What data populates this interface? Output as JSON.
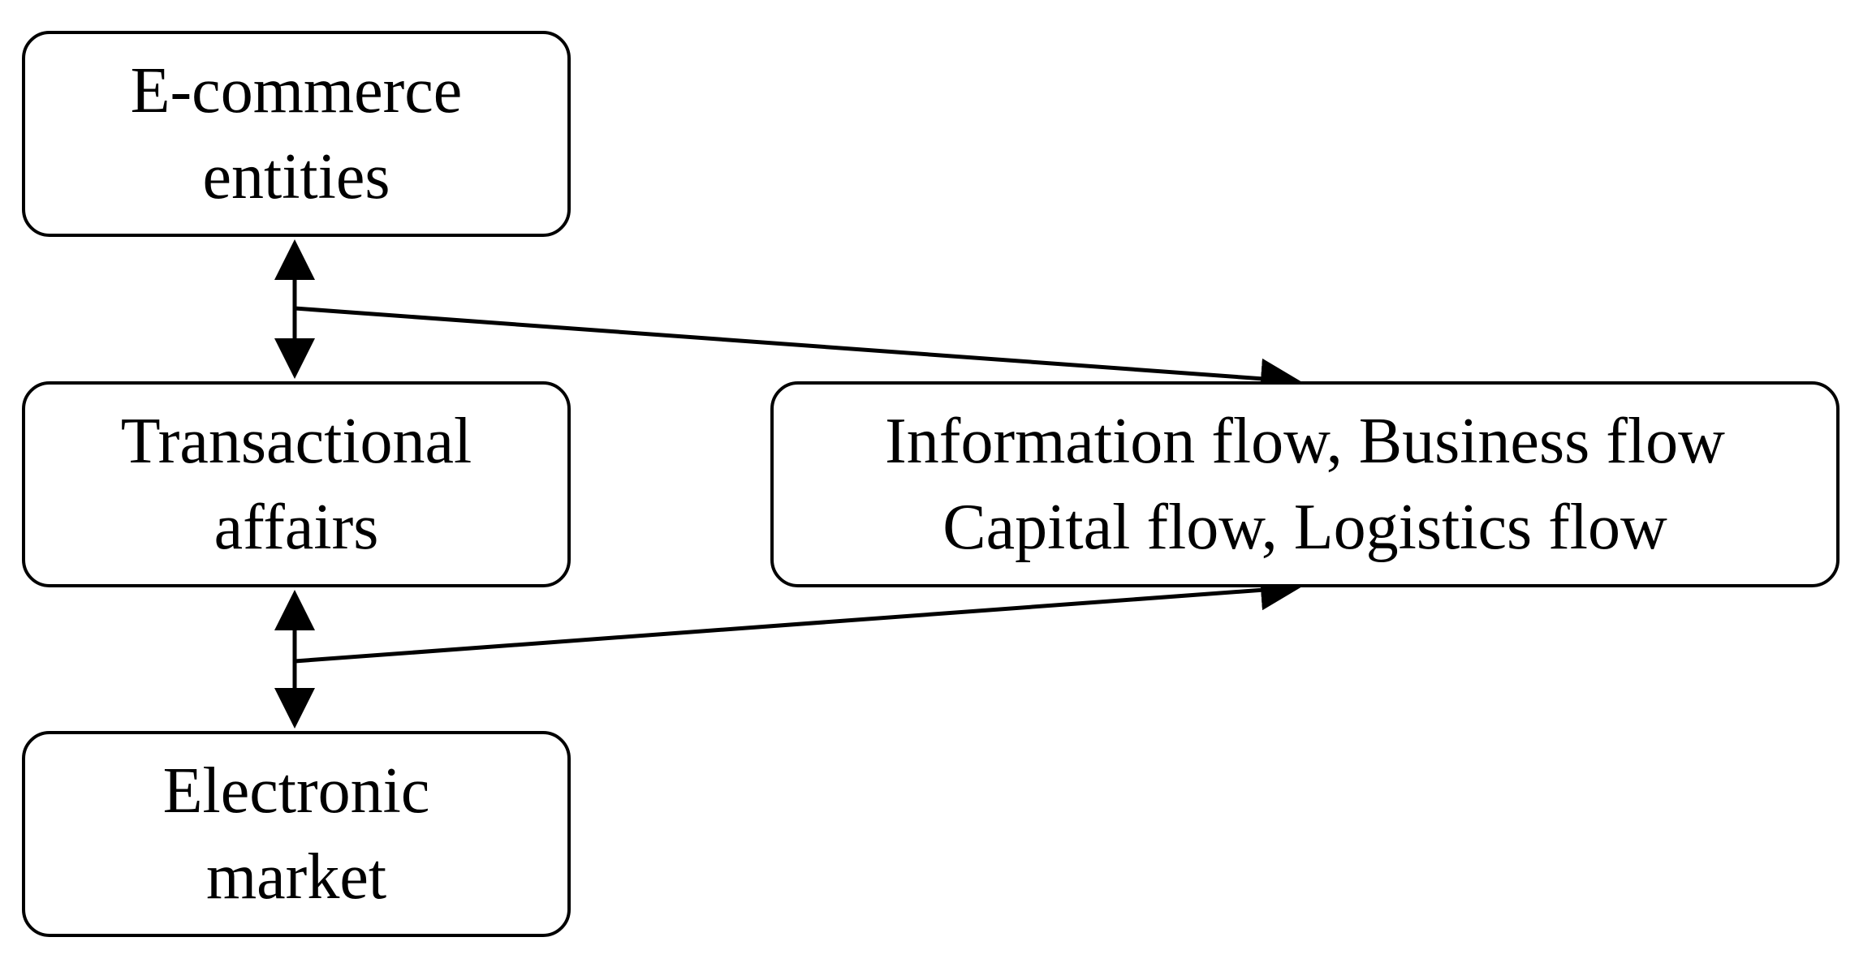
{
  "nodes": {
    "entities": {
      "line1": "E-commerce",
      "line2": "entities"
    },
    "affairs": {
      "line1": "Transactional",
      "line2": "affairs"
    },
    "market": {
      "line1": "Electronic",
      "line2": "market"
    },
    "flows": {
      "line1": "Information flow, Business flow",
      "line2": "Capital flow, Logistics flow"
    }
  },
  "edges": [
    {
      "from": "entities",
      "to": "affairs",
      "style": "bidirectional"
    },
    {
      "from": "affairs",
      "to": "market",
      "style": "bidirectional"
    },
    {
      "from": "entities-affairs-link",
      "to": "flows",
      "style": "arrow"
    },
    {
      "from": "affairs-market-link",
      "to": "flows",
      "style": "arrow"
    }
  ]
}
